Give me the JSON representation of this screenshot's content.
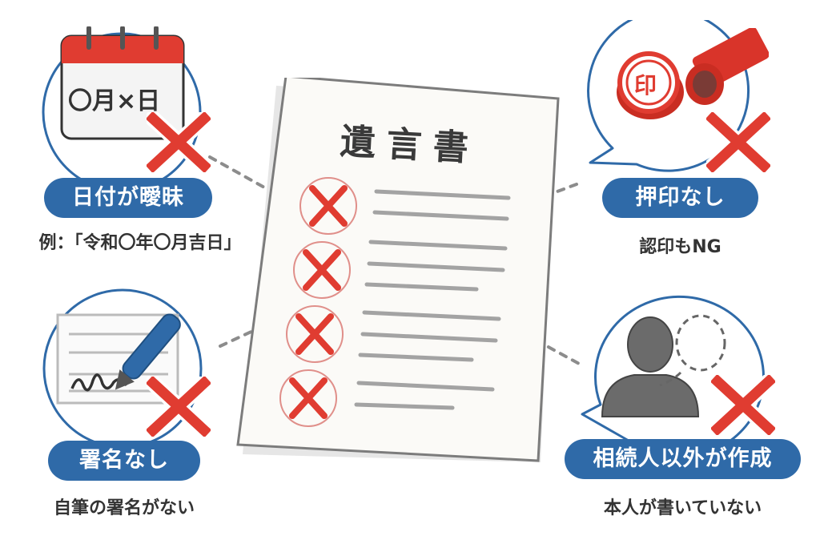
{
  "document": {
    "title": "遺言書",
    "items_count": 4
  },
  "panels": [
    {
      "id": "date",
      "icon": "calendar-icon",
      "calendar_text": "〇月×日",
      "label": "日付が曖昧",
      "caption": "例：「令和〇年〇月吉日」"
    },
    {
      "id": "seal",
      "icon": "stamp-icon",
      "stamp_text": "印",
      "label": "押印なし",
      "caption": "認印もNG"
    },
    {
      "id": "signature",
      "icon": "pen-signature-icon",
      "label": "署名なし",
      "caption": "自筆の署名がない"
    },
    {
      "id": "author",
      "icon": "person-icon",
      "label": "相続人以外が作成",
      "caption": "本人が書いていない"
    }
  ],
  "colors": {
    "accent_blue": "#2f6aa8",
    "cross_red": "#e03c31",
    "text_dark": "#333333",
    "line_gray": "#9a9a9a"
  }
}
